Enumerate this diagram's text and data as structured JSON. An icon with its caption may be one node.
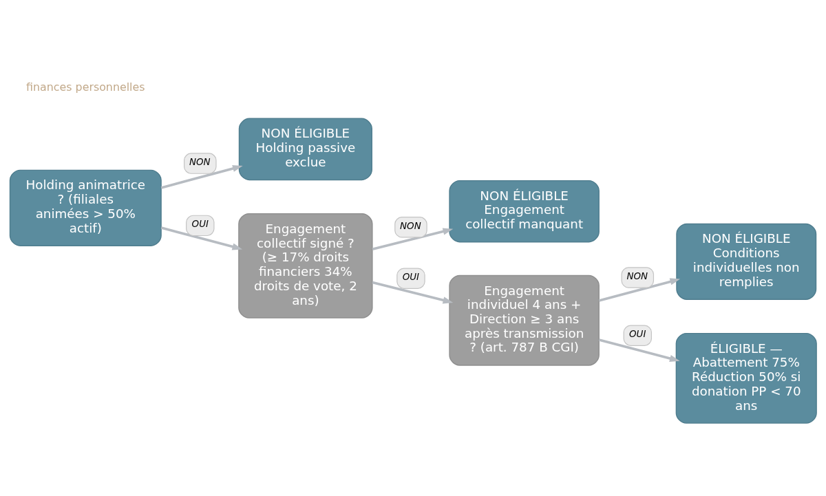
{
  "diagram": {
    "nodes": [
      {
        "text": [
          "Holding animatrice ? (filiales animées > 50% actif)"
        ]
      },
      {
        "text": [
          "NON ÉLIGIBLE",
          "Holding passive exclue"
        ]
      },
      {
        "text": [
          "Engagement collectif signé ? (≥ 17% droits financiers 34% droits de vote, 2 ans)"
        ]
      },
      {
        "text": [
          "NON ÉLIGIBLE",
          "Engagement collectif manquant"
        ]
      },
      {
        "text": [
          "Engagement individuel 4 ans + Direction ≥ 3 ans après transmission ? (art. 787 B CGI)"
        ]
      },
      {
        "text": [
          "NON ÉLIGIBLE",
          "Conditions individuelles non remplies"
        ]
      },
      {
        "text": [
          "ÉLIGIBLE — Abattement 75% Réduction 50% si donation PP < 70 ans"
        ]
      }
    ],
    "edges": [
      {
        "from": 0,
        "to": 1,
        "arrow": "to",
        "label": "NON"
      },
      {
        "from": 0,
        "to": 2,
        "arrow": "to",
        "label": "OUI"
      },
      {
        "from": 2,
        "to": 3,
        "arrow": "to",
        "label": "NON"
      },
      {
        "from": 2,
        "to": 4,
        "arrow": "to",
        "label": "OUI"
      },
      {
        "from": 4,
        "to": 5,
        "arrow": "to",
        "label": "NON"
      },
      {
        "from": 4,
        "to": 6,
        "arrow": "to",
        "label": "OUI"
      }
    ],
    "labels": [
      "finances personnelles"
    ]
  }
}
